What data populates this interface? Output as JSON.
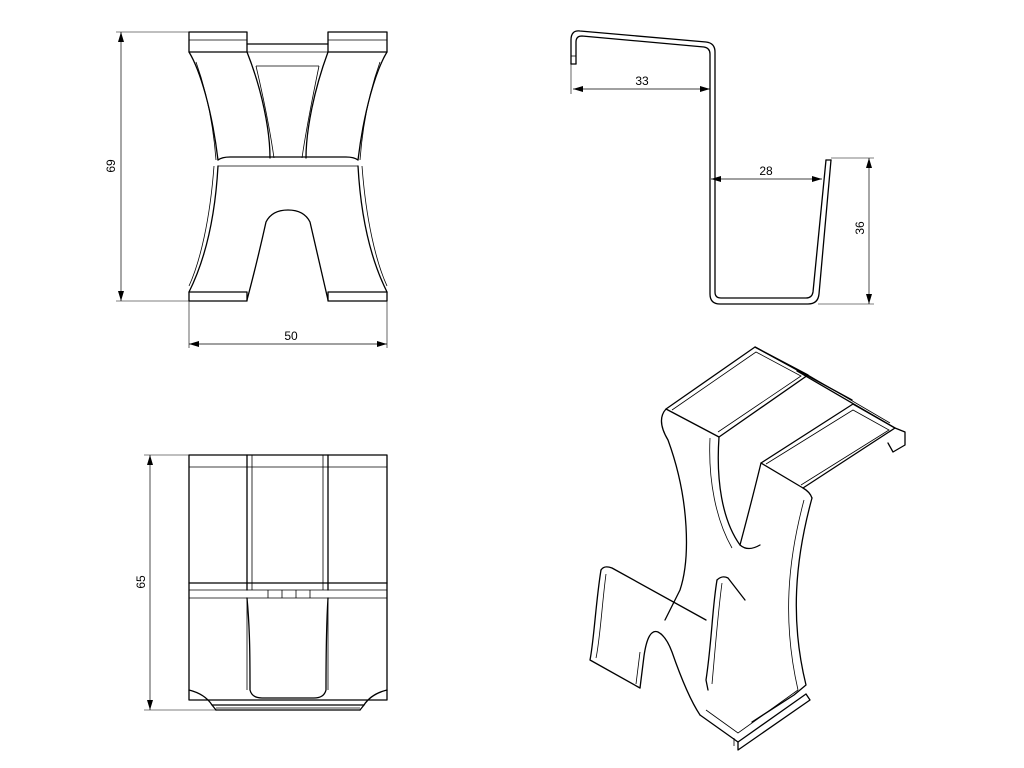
{
  "drawing": {
    "dimensions": {
      "front_height": "69",
      "front_width": "50",
      "side_top_depth": "33",
      "side_bottom_depth": "28",
      "side_bottom_height": "36",
      "top_length": "65"
    }
  }
}
